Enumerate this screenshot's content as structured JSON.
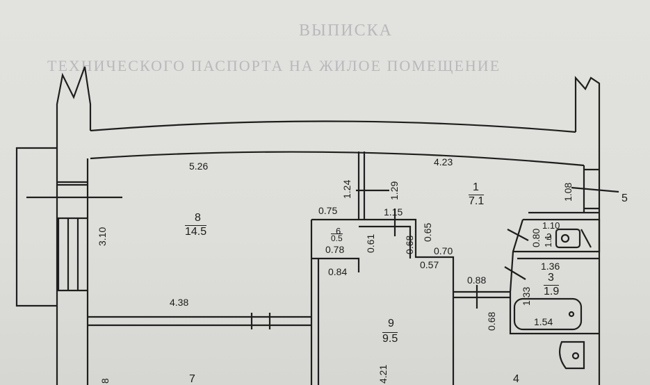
{
  "watermark": {
    "line1": "ВЫПИСКА",
    "line2": "ТЕХНИЧЕСКОГО ПАСПОРТА НА ЖИЛОЕ ПОМЕЩЕНИЕ"
  },
  "rooms": [
    {
      "number": "1",
      "area": "7.1"
    },
    {
      "number": "2",
      "area": "1.1"
    },
    {
      "number": "3",
      "area": "1.9"
    },
    {
      "number": "4",
      "area": ""
    },
    {
      "number": "5",
      "area": ""
    },
    {
      "number": "6",
      "area": "0.5"
    },
    {
      "number": "7",
      "area": ""
    },
    {
      "number": "8",
      "area": "14.5"
    },
    {
      "number": "9",
      "area": "9.5"
    }
  ],
  "dimensions": {
    "d526": "5.26",
    "d423": "4.23",
    "d310": "3.10",
    "d124": "1.24",
    "d129": "1.29",
    "d108": "1.08",
    "d075": "0.75",
    "d115": "1.15",
    "d065": "0.65",
    "d080": "0.80",
    "d110": "1.10",
    "d061": "0.61",
    "d068a": "0.68",
    "d078": "0.78",
    "d070": "0.70",
    "d057": "0.57",
    "d084": "0.84",
    "d136": "1.36",
    "d088": "0.88",
    "d133": "1.33",
    "d438": "4.38",
    "d068b": "0.68",
    "d154": "1.54",
    "d421": "4.21",
    "d8": "8"
  }
}
